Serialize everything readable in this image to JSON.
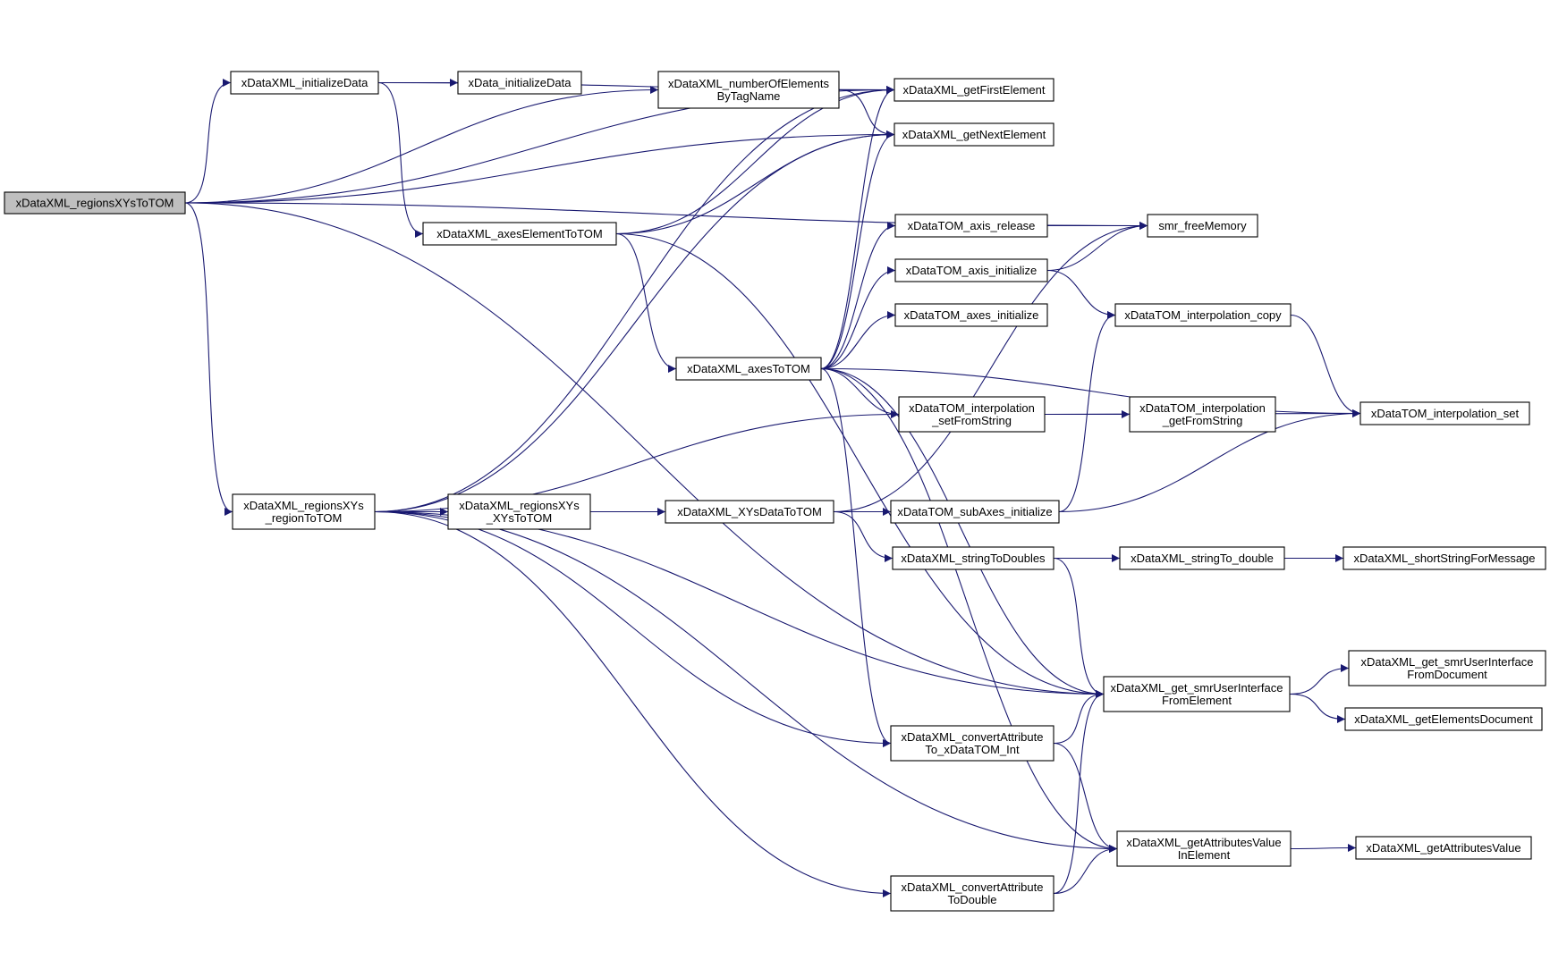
{
  "nodes": {
    "root": [
      "xDataXML_regionsXYsToTOM"
    ],
    "initializeData": [
      "xDataXML_initializeData"
    ],
    "xData_initializeData": [
      "xData_initializeData"
    ],
    "numberOfElements": [
      "xDataXML_numberOfElements",
      "ByTagName"
    ],
    "getFirstElement": [
      "xDataXML_getFirstElement"
    ],
    "getNextElement": [
      "xDataXML_getNextElement"
    ],
    "freeMemory": [
      "smr_freeMemory"
    ],
    "axesElementToTOM": [
      "xDataXML_axesElementToTOM"
    ],
    "axis_release": [
      "xDataTOM_axis_release"
    ],
    "axis_initialize": [
      "xDataTOM_axis_initialize"
    ],
    "interpolation_copy": [
      "xDataTOM_interpolation_copy"
    ],
    "axes_initialize": [
      "xDataTOM_axes_initialize"
    ],
    "axesToTOM": [
      "xDataXML_axesToTOM"
    ],
    "interp_setFromString": [
      "xDataTOM_interpolation",
      "_setFromString"
    ],
    "interp_getFromString": [
      "xDataTOM_interpolation",
      "_getFromString"
    ],
    "interpolation_set": [
      "xDataTOM_interpolation_set"
    ],
    "region_regionToTOM": [
      "xDataXML_regionsXYs",
      "_regionToTOM"
    ],
    "region_XYsToTOM": [
      "xDataXML_regionsXYs",
      "_XYsToTOM"
    ],
    "XYsDataToTOM": [
      "xDataXML_XYsDataToTOM"
    ],
    "subAxes_initialize": [
      "xDataTOM_subAxes_initialize"
    ],
    "stringToDoubles": [
      "xDataXML_stringToDoubles"
    ],
    "stringTo_double": [
      "xDataXML_stringTo_double"
    ],
    "shortString": [
      "xDataXML_shortStringForMessage"
    ],
    "get_smrUI_FromElement": [
      "xDataXML_get_smrUserInterface",
      "FromElement"
    ],
    "get_smrUI_FromDocument": [
      "xDataXML_get_smrUserInterface",
      "FromDocument"
    ],
    "getElementsDocument": [
      "xDataXML_getElementsDocument"
    ],
    "convertAttr_Int": [
      "xDataXML_convertAttribute",
      "To_xDataTOM_Int"
    ],
    "getAttributesValueInElement": [
      "xDataXML_getAttributesValue",
      "InElement"
    ],
    "getAttributesValue": [
      "xDataXML_getAttributesValue"
    ],
    "convertAttr_Double": [
      "xDataXML_convertAttribute",
      "ToDouble"
    ]
  },
  "edges": [
    [
      "root",
      "initializeData"
    ],
    [
      "root",
      "numberOfElements"
    ],
    [
      "root",
      "getFirstElement"
    ],
    [
      "root",
      "freeMemory"
    ],
    [
      "root",
      "getNextElement"
    ],
    [
      "root",
      "region_regionToTOM"
    ],
    [
      "root",
      "get_smrUI_FromElement"
    ],
    [
      "initializeData",
      "xData_initializeData"
    ],
    [
      "initializeData",
      "axesElementToTOM"
    ],
    [
      "initializeData",
      "getFirstElement"
    ],
    [
      "numberOfElements",
      "getFirstElement"
    ],
    [
      "numberOfElements",
      "getNextElement"
    ],
    [
      "axesElementToTOM",
      "getFirstElement"
    ],
    [
      "axesElementToTOM",
      "getNextElement"
    ],
    [
      "axesElementToTOM",
      "axesToTOM"
    ],
    [
      "axesElementToTOM",
      "get_smrUI_FromElement"
    ],
    [
      "axesToTOM",
      "getFirstElement"
    ],
    [
      "axesToTOM",
      "getNextElement"
    ],
    [
      "axesToTOM",
      "axis_release"
    ],
    [
      "axesToTOM",
      "axis_initialize"
    ],
    [
      "axesToTOM",
      "axes_initialize"
    ],
    [
      "axesToTOM",
      "interp_setFromString"
    ],
    [
      "axesToTOM",
      "interpolation_set"
    ],
    [
      "axesToTOM",
      "get_smrUI_FromElement"
    ],
    [
      "axesToTOM",
      "convertAttr_Int"
    ],
    [
      "axesToTOM",
      "getAttributesValueInElement"
    ],
    [
      "axis_release",
      "freeMemory"
    ],
    [
      "axis_initialize",
      "freeMemory"
    ],
    [
      "axis_initialize",
      "interpolation_copy"
    ],
    [
      "interpolation_copy",
      "interpolation_set"
    ],
    [
      "interp_setFromString",
      "interp_getFromString"
    ],
    [
      "interp_setFromString",
      "interpolation_set"
    ],
    [
      "region_regionToTOM",
      "getFirstElement"
    ],
    [
      "region_regionToTOM",
      "getNextElement"
    ],
    [
      "region_regionToTOM",
      "interp_setFromString"
    ],
    [
      "region_regionToTOM",
      "region_XYsToTOM"
    ],
    [
      "region_regionToTOM",
      "get_smrUI_FromElement"
    ],
    [
      "region_regionToTOM",
      "convertAttr_Int"
    ],
    [
      "region_regionToTOM",
      "convertAttr_Double"
    ],
    [
      "region_regionToTOM",
      "getAttributesValueInElement"
    ],
    [
      "region_XYsToTOM",
      "XYsDataToTOM"
    ],
    [
      "XYsDataToTOM",
      "subAxes_initialize"
    ],
    [
      "XYsDataToTOM",
      "stringToDoubles"
    ],
    [
      "XYsDataToTOM",
      "freeMemory"
    ],
    [
      "subAxes_initialize",
      "interpolation_copy"
    ],
    [
      "subAxes_initialize",
      "interpolation_set"
    ],
    [
      "stringToDoubles",
      "stringTo_double"
    ],
    [
      "stringToDoubles",
      "get_smrUI_FromElement"
    ],
    [
      "stringTo_double",
      "shortString"
    ],
    [
      "get_smrUI_FromElement",
      "get_smrUI_FromDocument"
    ],
    [
      "get_smrUI_FromElement",
      "getElementsDocument"
    ],
    [
      "convertAttr_Int",
      "get_smrUI_FromElement"
    ],
    [
      "convertAttr_Int",
      "getAttributesValueInElement"
    ],
    [
      "convertAttr_Double",
      "get_smrUI_FromElement"
    ],
    [
      "convertAttr_Double",
      "getAttributesValueInElement"
    ],
    [
      "getAttributesValueInElement",
      "getAttributesValue"
    ]
  ]
}
